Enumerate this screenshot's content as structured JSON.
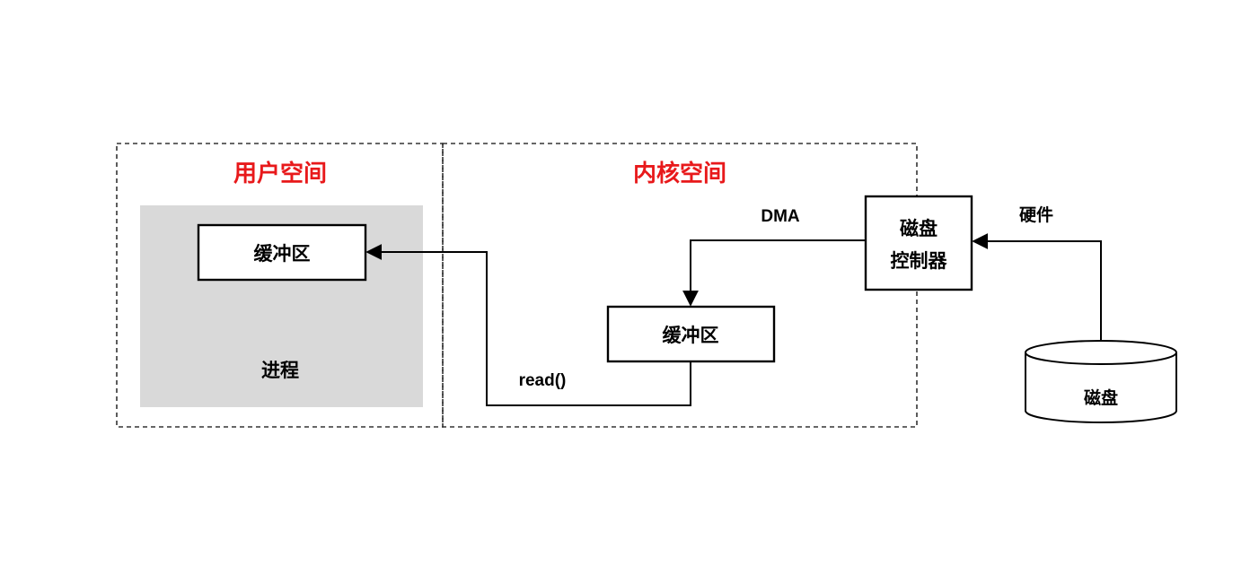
{
  "user_space": {
    "title": "用户空间",
    "buffer_label": "缓冲区",
    "process_label": "进程"
  },
  "kernel_space": {
    "title": "内核空间",
    "buffer_label": "缓冲区"
  },
  "controller": {
    "line1": "磁盘",
    "line2": "控制器"
  },
  "disk": {
    "label": "磁盘"
  },
  "edges": {
    "dma_label": "DMA",
    "read_label": "read()",
    "hardware_label": "硬件"
  },
  "colors": {
    "title_color": "#e8191b",
    "process_fill": "#d9d9d9"
  }
}
